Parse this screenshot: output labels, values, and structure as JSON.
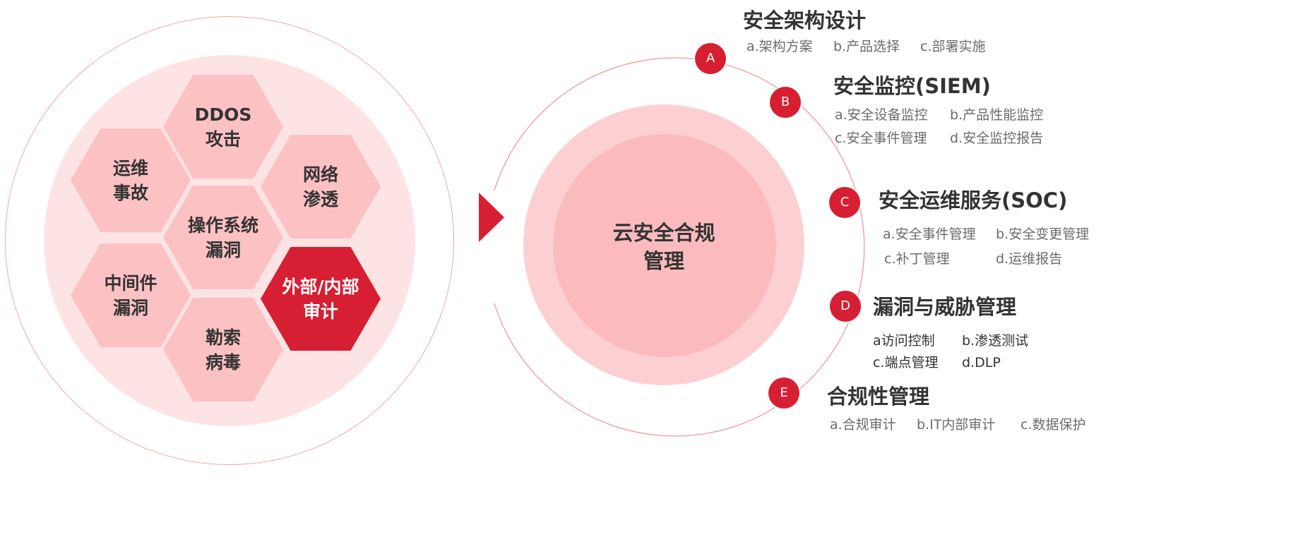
{
  "threats": {
    "ddos": "DDOS\n攻击",
    "ops_incident": "运维\n事故",
    "network_penetration": "网络\n渗透",
    "os_vulnerability": "操作系统\n漏洞",
    "middleware_vulnerability": "中间件\n漏洞",
    "audit": "外部/内部\n审计",
    "ransomware": "勒索\n病毒"
  },
  "core": {
    "label": "云安全合规\n管理"
  },
  "sections": [
    {
      "badge": "A",
      "title": "安全架构设计",
      "items": [
        "a.架构方案",
        "b.产品选择",
        "c.部署实施"
      ]
    },
    {
      "badge": "B",
      "title": "安全监控(SIEM)",
      "items": [
        "a.安全设备监控",
        "b.产品性能监控",
        "c.安全事件管理",
        "d.安全监控报告"
      ]
    },
    {
      "badge": "C",
      "title": "安全运维服务(SOC)",
      "items": [
        "a.安全事件管理",
        "b.安全变更管理",
        "c.补丁管理",
        "d.运维报告"
      ]
    },
    {
      "badge": "D",
      "title": "漏洞与威胁管理",
      "items": [
        "a访问控制",
        "b.渗透测试",
        "c.端点管理",
        "d.DLP"
      ]
    },
    {
      "badge": "E",
      "title": "合规性管理",
      "items": [
        "a.合规审计",
        "b.IT内部审计",
        "c.数据保护"
      ]
    }
  ],
  "colors": {
    "accent": "#d61f33",
    "hex_fill": "#fcc1c3",
    "disc_fill": "#fde3e4",
    "ring_stroke": "#f2a5aa"
  }
}
